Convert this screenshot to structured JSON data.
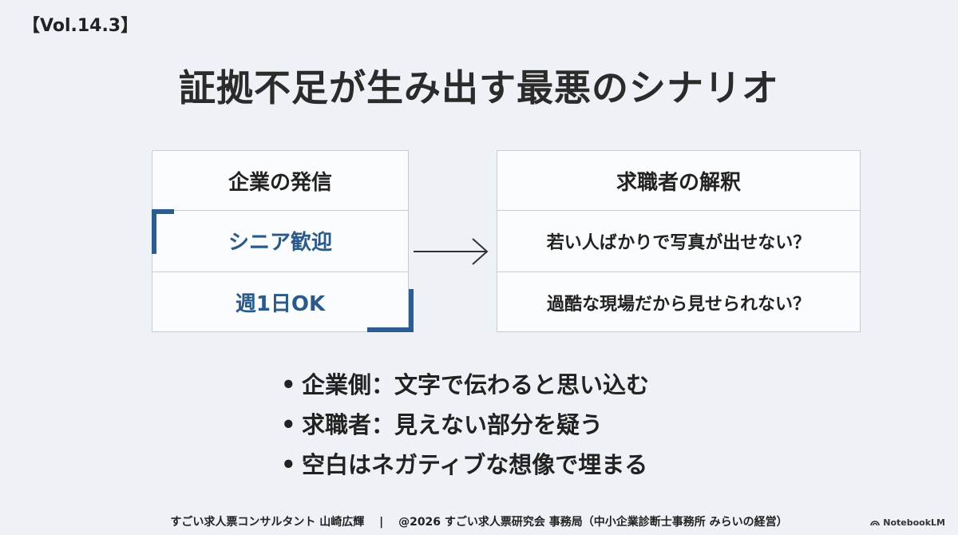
{
  "vol_label": "【Vol.14.3】",
  "title": "証拠不足が生み出す最悪のシナリオ",
  "left_table": {
    "header": "企業の発信",
    "rows": [
      "シニア歓迎",
      "週1日OK"
    ]
  },
  "right_table": {
    "header": "求職者の解釈",
    "rows": [
      "若い人ばかりで写真が出せない？",
      "過酷な現場だから見せられない？"
    ]
  },
  "bullets": [
    "企業側：文字で伝わると思い込む",
    "求職者：見えない部分を疑う",
    "空白はネガティブな想像で埋まる"
  ],
  "bullet_symbol": "•",
  "footer": {
    "left": "すごい求人票コンサルタント 山崎広輝",
    "separator": "|",
    "right": "@2026 すごい求人票研究会 事務局（中小企業診断士事務所 みらいの経営）"
  },
  "brand": "NotebookLM",
  "colors": {
    "accent": "#2c5d90",
    "background": "#eef1f5"
  }
}
